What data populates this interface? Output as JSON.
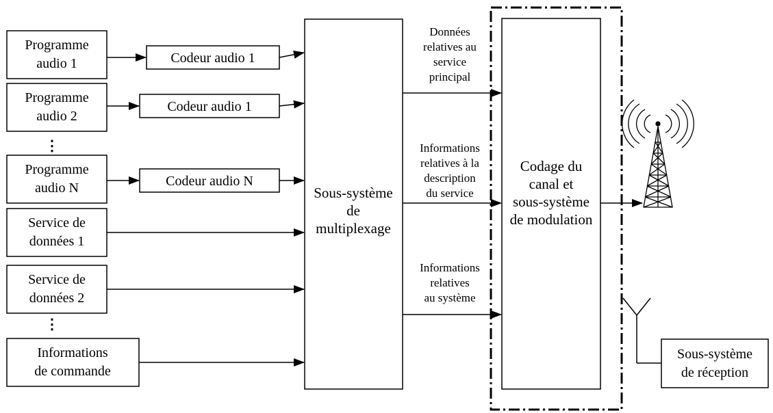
{
  "sources": {
    "prog1": [
      "Programme",
      "audio 1"
    ],
    "prog2": [
      "Programme",
      "audio 2"
    ],
    "progN": [
      "Programme",
      "audio N"
    ],
    "data1": [
      "Service de",
      "données 1"
    ],
    "data2": [
      "Service de",
      "données 2"
    ],
    "cmd": [
      "Informations",
      "de commande"
    ]
  },
  "encoders": {
    "enc1": "Codeur audio 1",
    "enc2": "Codeur audio 1",
    "encN": "Codeur audio N"
  },
  "mux": [
    "Sous-système",
    "de",
    "multiplexage"
  ],
  "signals": {
    "main_service": [
      "Données",
      "relatives au",
      "service",
      "principal"
    ],
    "service_desc": [
      "Informations",
      "relatives à la",
      "description",
      "du service"
    ],
    "system_info": [
      "Informations",
      "relatives",
      "au système"
    ]
  },
  "channel": [
    "Codage du",
    "canal et",
    "sous-système",
    "de modulation"
  ],
  "reception": [
    "Sous-système",
    "de réception"
  ],
  "ellipsis": "⋮"
}
